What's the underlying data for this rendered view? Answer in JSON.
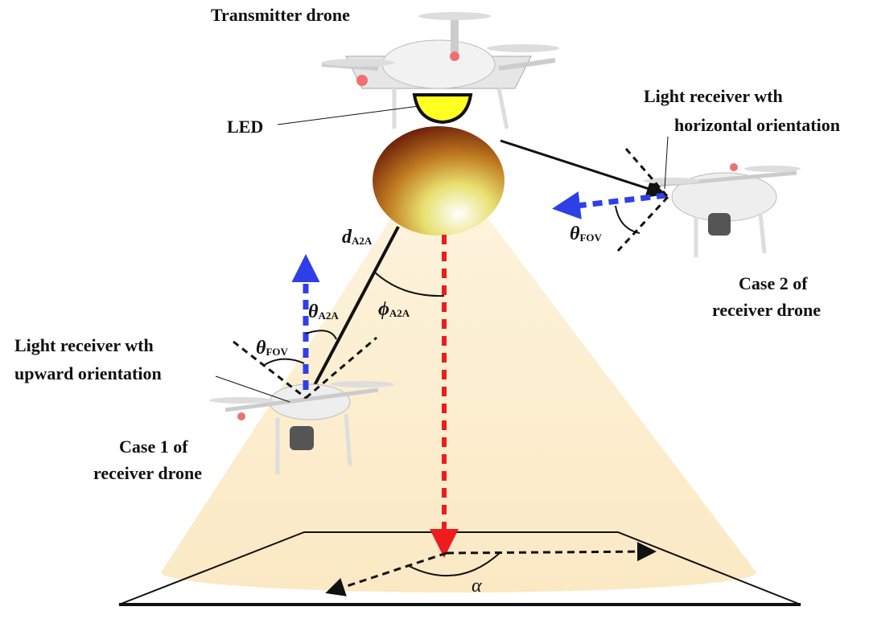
{
  "labels": {
    "transmitter": "Transmitter drone",
    "led": "LED",
    "receiver_horizontal_1": "Light receiver wth",
    "receiver_horizontal_2": "horizontal orientation",
    "case2_1": "Case 2 of",
    "case2_2": "receiver drone",
    "receiver_upward_1": "Light receiver wth",
    "receiver_upward_2": "upward orientation",
    "case1_1": "Case 1 of",
    "case1_2": "receiver drone"
  },
  "symbols": {
    "d": "d",
    "d_sub": "A2A",
    "phi": "ϕ",
    "phi_sub": "A2A",
    "theta_a2a": "θ",
    "theta_a2a_sub": "A2A",
    "theta_fov1": "θ",
    "theta_fov1_sub": "FOV",
    "theta_fov2": "θ",
    "theta_fov2_sub": "FOV",
    "alpha": "α"
  },
  "colors": {
    "beam": "#fcefd2",
    "vertical_ray": "#ee1c1c",
    "receiver_normal": "#2f3fe8",
    "led": "#ffff22"
  }
}
